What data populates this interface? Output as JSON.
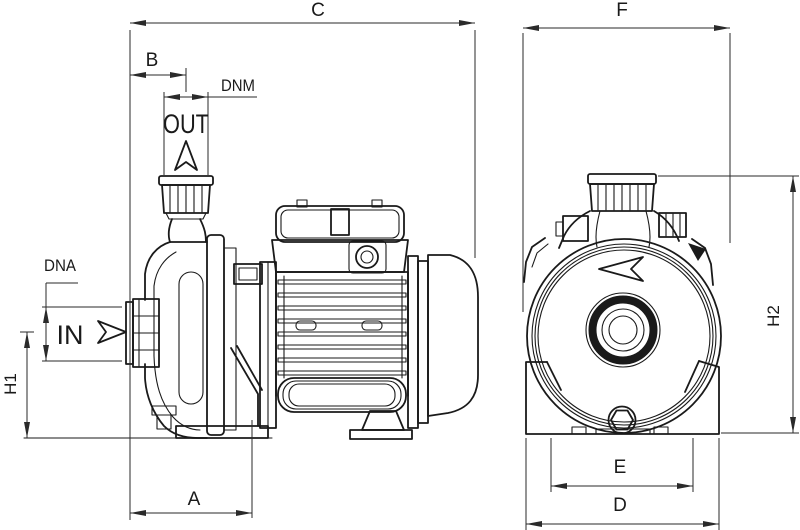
{
  "colors": {
    "line": "#1a1a1a",
    "dim": "#2a2a2a",
    "background": "#ffffff"
  },
  "side_view": {
    "dim_c": {
      "label": "C"
    },
    "dim_b": {
      "label": "B"
    },
    "dim_dnm": {
      "label": "DNM"
    },
    "dim_dna": {
      "label": "DNA"
    },
    "dim_h1": {
      "label": "H1"
    },
    "dim_a": {
      "label": "A"
    },
    "out_port": {
      "label": "OUT"
    },
    "in_port": {
      "label": "IN"
    }
  },
  "front_view": {
    "dim_f": {
      "label": "F"
    },
    "dim_h2": {
      "label": "H2"
    },
    "dim_e": {
      "label": "E"
    },
    "dim_d": {
      "label": "D"
    }
  }
}
